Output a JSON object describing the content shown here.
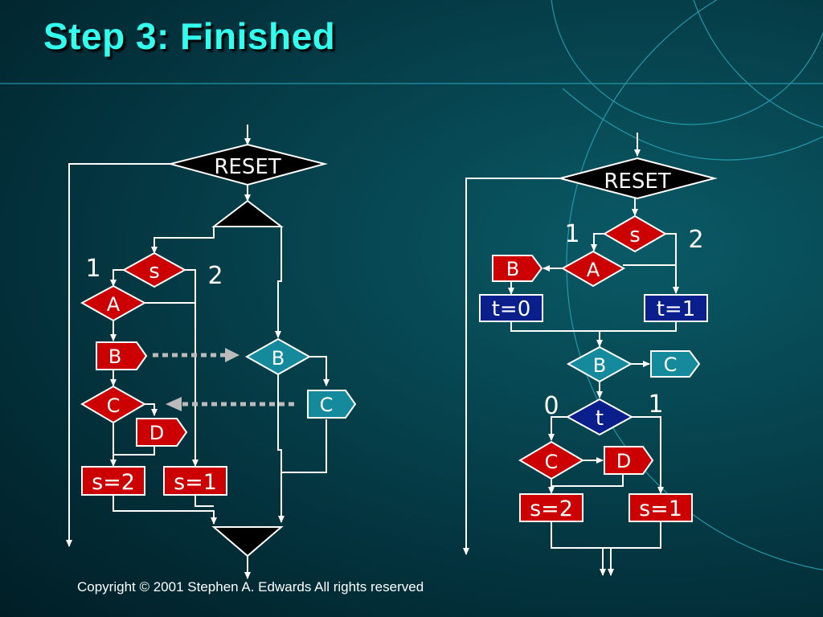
{
  "slide": {
    "title": "Step 3: Finished",
    "copyright": "Copyright © 2001 Stephen A. Edwards  All rights reserved"
  },
  "colors": {
    "title": "#33ffee",
    "red_node": "#cc0000",
    "teal_node": "#158a9c",
    "navy_node": "#0a1e8c",
    "black_node": "#000000",
    "line": "#ffffff",
    "dotted_arrow": "#bbbbbb",
    "rule_line": "#2aa6b8"
  },
  "left": {
    "reset": "RESET",
    "s": "s",
    "branch_1": "1",
    "branch_2": "2",
    "A": "A",
    "B_action": "B",
    "B_test": "B",
    "C_test": "C",
    "C_action": "C",
    "D": "D",
    "s2": "s=2",
    "s1": "s=1"
  },
  "right": {
    "reset": "RESET",
    "s": "s",
    "branch_1": "1",
    "branch_2": "2",
    "A": "A",
    "B_action": "B",
    "t0": "t=0",
    "t1": "t=1",
    "B_test": "B",
    "C_action": "C",
    "t": "t",
    "branch_0": "0",
    "branch_t1": "1",
    "C_test": "C",
    "D": "D",
    "s2": "s=2",
    "s1": "s=1"
  }
}
